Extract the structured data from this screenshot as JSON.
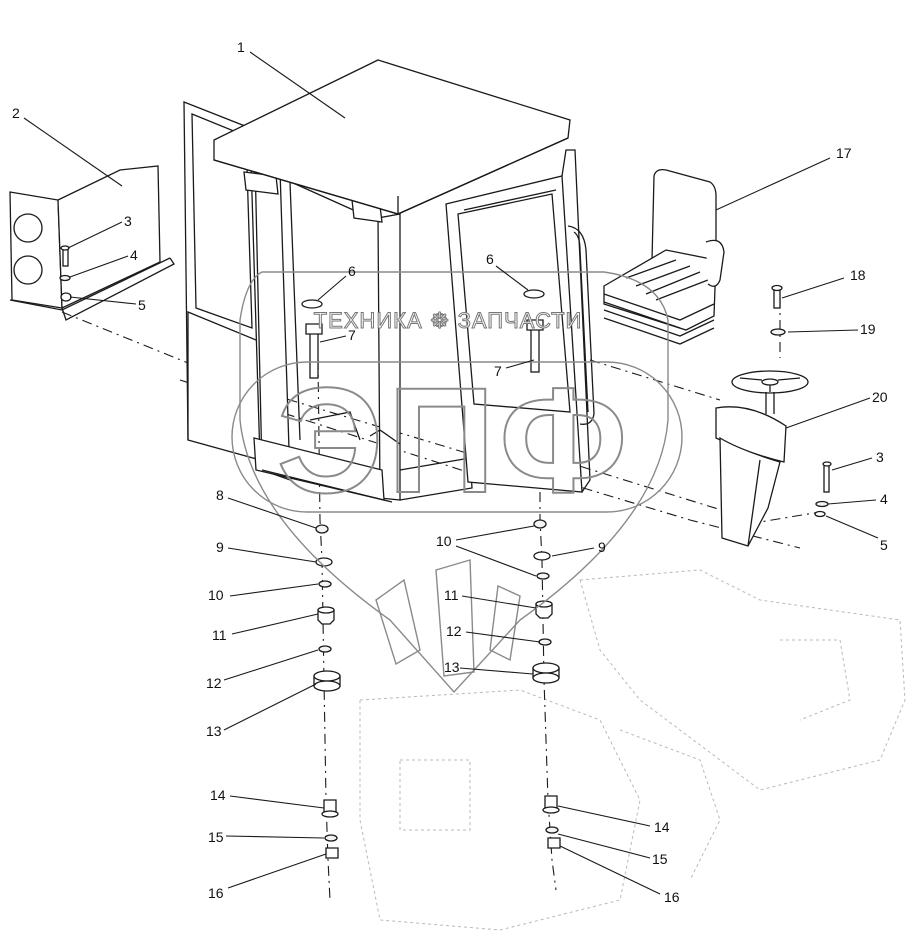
{
  "diagram": {
    "callouts": [
      {
        "id": "c1",
        "label": "1"
      },
      {
        "id": "c2",
        "label": "2"
      },
      {
        "id": "c3a",
        "label": "3"
      },
      {
        "id": "c4a",
        "label": "4"
      },
      {
        "id": "c5a",
        "label": "5"
      },
      {
        "id": "c6a",
        "label": "6"
      },
      {
        "id": "c7a",
        "label": "7"
      },
      {
        "id": "c6b",
        "label": "6"
      },
      {
        "id": "c7b",
        "label": "7"
      },
      {
        "id": "c17",
        "label": "17"
      },
      {
        "id": "c18",
        "label": "18"
      },
      {
        "id": "c19",
        "label": "19"
      },
      {
        "id": "c20",
        "label": "20"
      },
      {
        "id": "c3b",
        "label": "3"
      },
      {
        "id": "c4b",
        "label": "4"
      },
      {
        "id": "c5b",
        "label": "5"
      },
      {
        "id": "c8",
        "label": "8"
      },
      {
        "id": "c9a",
        "label": "9"
      },
      {
        "id": "c10a",
        "label": "10"
      },
      {
        "id": "c11a",
        "label": "11"
      },
      {
        "id": "c12a",
        "label": "12"
      },
      {
        "id": "c13a",
        "label": "13"
      },
      {
        "id": "c10b",
        "label": "10"
      },
      {
        "id": "c9b",
        "label": "9"
      },
      {
        "id": "c11b",
        "label": "11"
      },
      {
        "id": "c12b",
        "label": "12"
      },
      {
        "id": "c13b",
        "label": "13"
      },
      {
        "id": "c14a",
        "label": "14"
      },
      {
        "id": "c15a",
        "label": "15"
      },
      {
        "id": "c16a",
        "label": "16"
      },
      {
        "id": "c14b",
        "label": "14"
      },
      {
        "id": "c15b",
        "label": "15"
      },
      {
        "id": "c16b",
        "label": "16"
      }
    ]
  },
  "watermark": {
    "brand_text": "ТЕХНИКА ☸ ЗАПЧАСТИ",
    "logo_letters": "ЭПФ"
  },
  "colors": {
    "ink": "#1a1a1a",
    "watermark": "#8a8a8a",
    "background": "#ffffff"
  }
}
